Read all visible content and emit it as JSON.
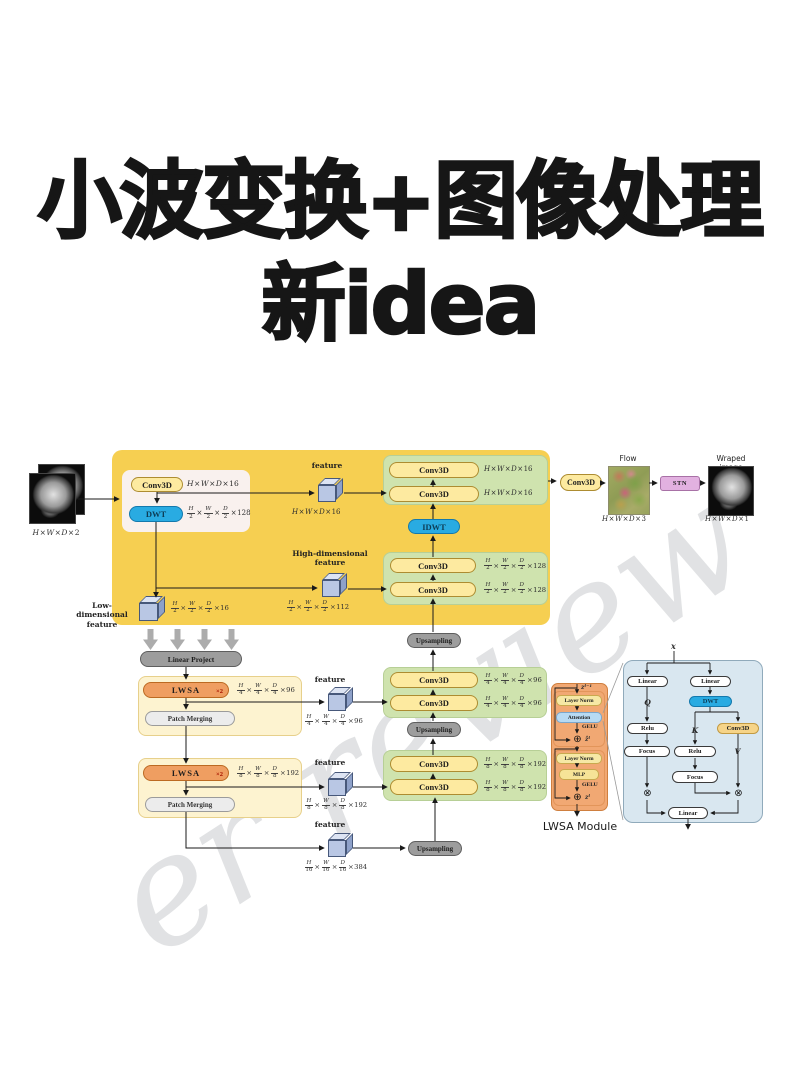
{
  "title": {
    "line1": "小波变换+图像处理",
    "line2": "新idea"
  },
  "watermark": "er review",
  "palette": {
    "yellow_panel": "#f6cf51",
    "stage_panel": "#fdf3d0",
    "green_panel": "#cfe3ae",
    "blue": "#29abe2",
    "conv_pill": "#fdeaa0",
    "gray_pill": "#9d9d9d",
    "orange_pill": "#ef9e61",
    "module_panel": "#f1a873",
    "attention_panel": "#d9e7f0",
    "stn_pill": "#e2b1e0"
  },
  "labels": {
    "conv3d": "Conv3D",
    "dwt": "DWT",
    "idwt": "IDWT",
    "upsampling": "Upsampling",
    "linear_project": "Linear Project",
    "lwsa": "LWSA",
    "x2": "×2",
    "patch_merging": "Patch Merging",
    "feature": "feature",
    "flow": "Flow",
    "stn": "STN",
    "warped": "Wraped image",
    "layer_norm": "Layer Norm",
    "attention": "Attention",
    "gelu": "GELU",
    "mlp": "MLP",
    "linear": "Linear",
    "relu": "Relu",
    "focus": "Focus",
    "q": "Q",
    "k": "K",
    "v": "V",
    "x": "x",
    "z_in": "zˡ⁻¹",
    "z_hat": "ẑˡ",
    "z_out": "zˡ",
    "plus": "⊕",
    "otimes": "⊗",
    "lwsa_module": "LWSA  Module",
    "low_feature": "Low-dimensional\nfeature",
    "high_feature": "High-dimensional\nfeature"
  },
  "dims": {
    "input": "H × W × D × 2",
    "enc": "H × W × D × 16",
    "dwt_out": "H/2 × W/2 × D/2 × 128",
    "low": "H/2 × W/2 × D/2 × 16",
    "high": "H/2 × W/2 × D/2 × 112",
    "l1": "H/2 × W/2 × D/2 × 128",
    "s1": "H/4 × W/4 × D/4 × 96",
    "s2": "H/8 × W/8 × D/8 × 192",
    "s3": "H/16 × W/16 × D/16 × 384",
    "flow": "H × W × D × 3",
    "warped": "H × W × D × 1"
  }
}
